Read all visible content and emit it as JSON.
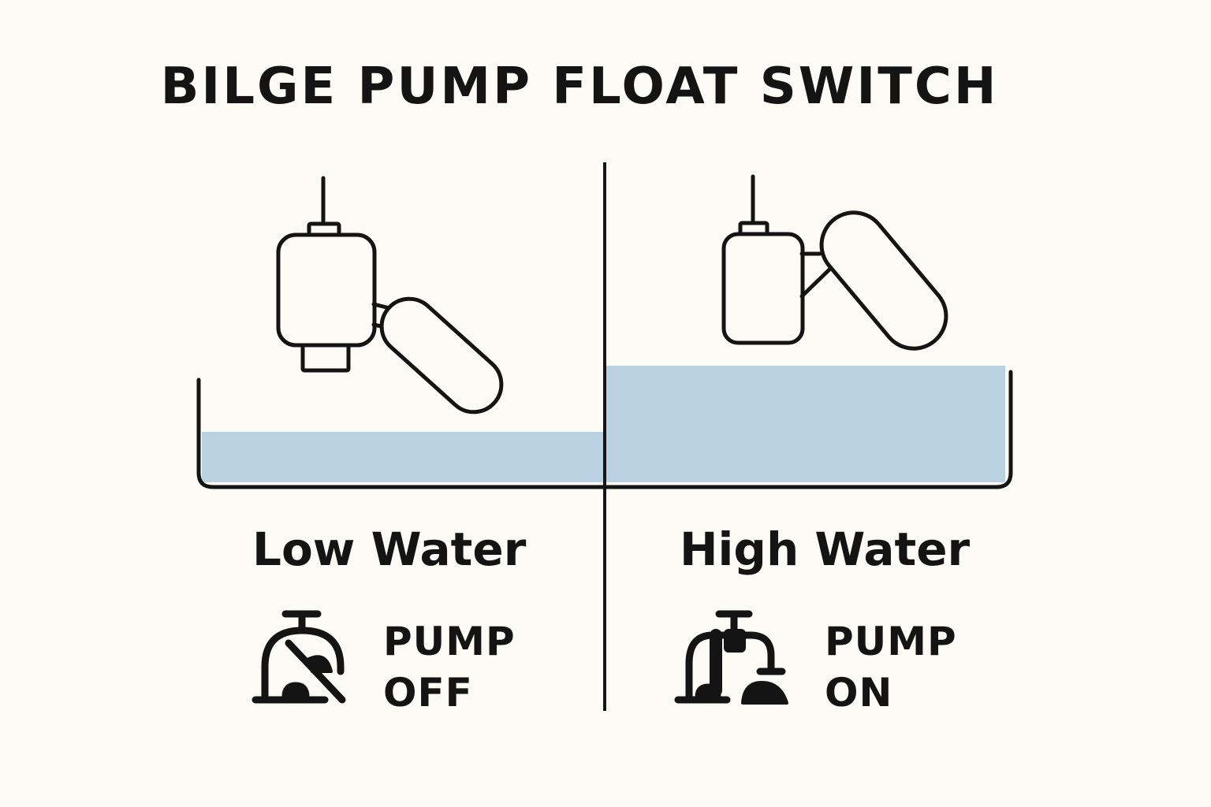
{
  "title": "BILGE PUMP FLOAT SWITCH",
  "panels": {
    "low": {
      "state_label": "Low Water",
      "status_line1": "PUMP",
      "status_line2": "OFF",
      "water_level": 0.3
    },
    "high": {
      "state_label": "High Water",
      "status_line1": "PUMP",
      "status_line2": "ON",
      "water_level": 0.7
    }
  },
  "colors": {
    "background": "#fcfbf6",
    "water": "#b9d1e1",
    "outline": "#141414"
  },
  "icons": [
    "float-switch-icon",
    "pump-off-icon",
    "pump-on-icon"
  ]
}
